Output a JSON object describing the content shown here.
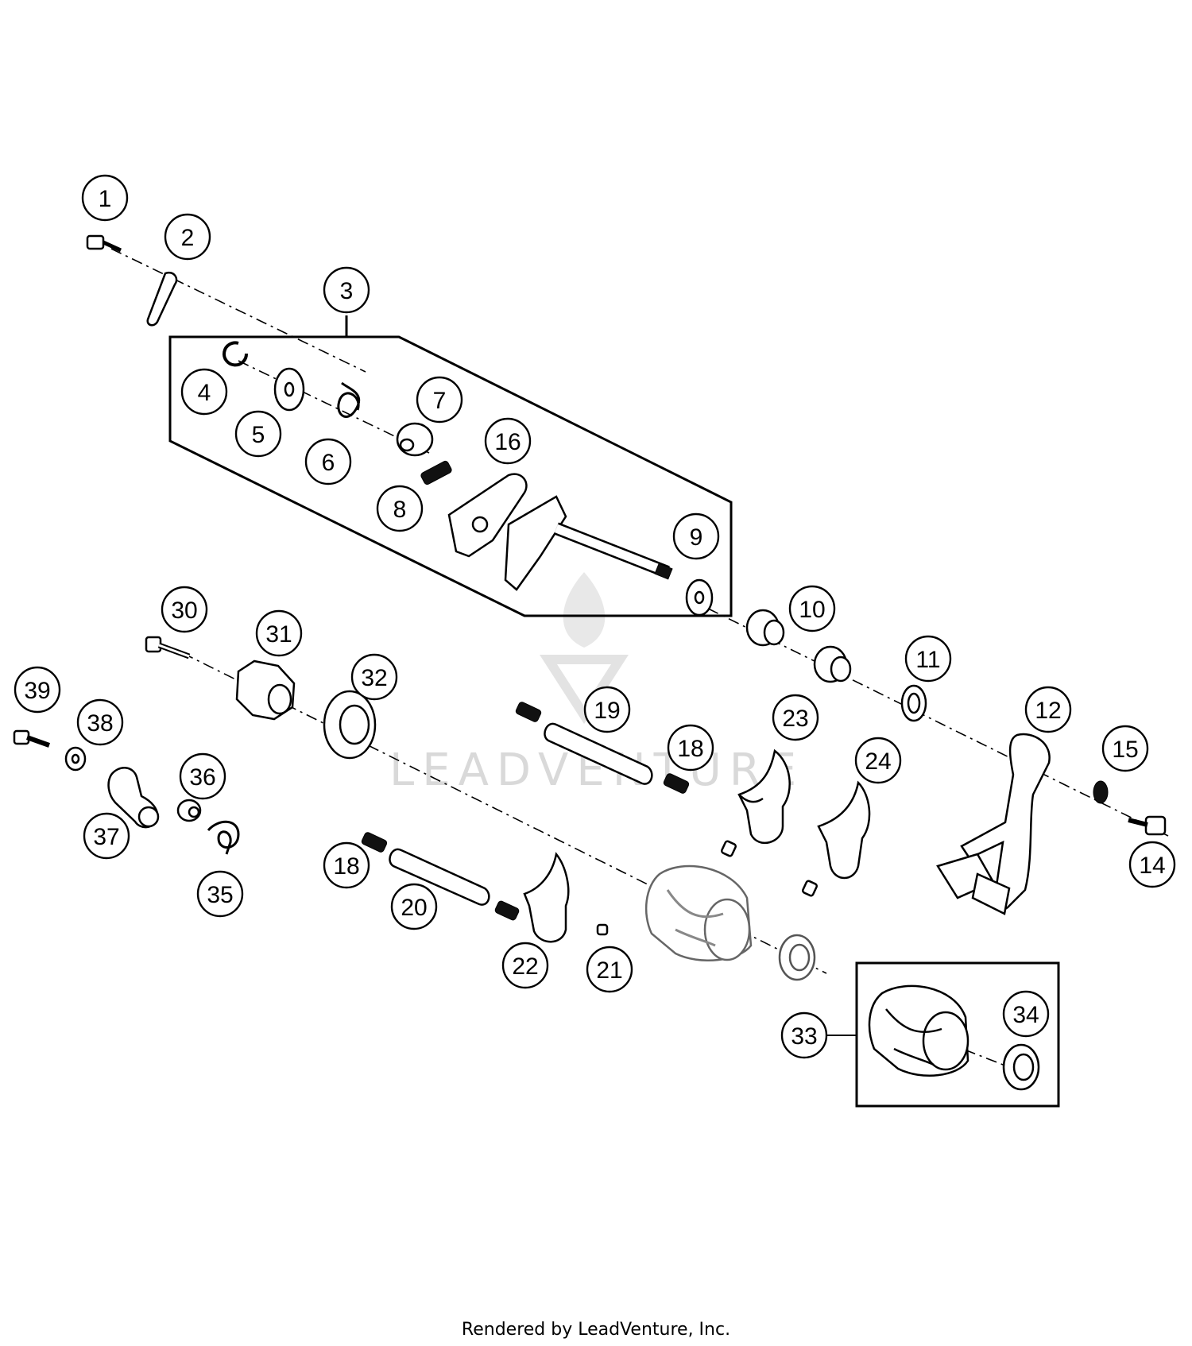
{
  "diagram": {
    "callouts": [
      {
        "id": "c1",
        "label": "1"
      },
      {
        "id": "c2",
        "label": "2"
      },
      {
        "id": "c3",
        "label": "3"
      },
      {
        "id": "c4",
        "label": "4"
      },
      {
        "id": "c5",
        "label": "5"
      },
      {
        "id": "c6",
        "label": "6"
      },
      {
        "id": "c7",
        "label": "7"
      },
      {
        "id": "c8",
        "label": "8"
      },
      {
        "id": "c9",
        "label": "9"
      },
      {
        "id": "c10",
        "label": "10"
      },
      {
        "id": "c11",
        "label": "11"
      },
      {
        "id": "c12",
        "label": "12"
      },
      {
        "id": "c14",
        "label": "14"
      },
      {
        "id": "c15",
        "label": "15"
      },
      {
        "id": "c16",
        "label": "16"
      },
      {
        "id": "c18a",
        "label": "18"
      },
      {
        "id": "c18b",
        "label": "18"
      },
      {
        "id": "c19",
        "label": "19"
      },
      {
        "id": "c20",
        "label": "20"
      },
      {
        "id": "c21",
        "label": "21"
      },
      {
        "id": "c22",
        "label": "22"
      },
      {
        "id": "c23",
        "label": "23"
      },
      {
        "id": "c24",
        "label": "24"
      },
      {
        "id": "c30",
        "label": "30"
      },
      {
        "id": "c31",
        "label": "31"
      },
      {
        "id": "c32",
        "label": "32"
      },
      {
        "id": "c33",
        "label": "33"
      },
      {
        "id": "c34",
        "label": "34"
      },
      {
        "id": "c35",
        "label": "35"
      },
      {
        "id": "c36",
        "label": "36"
      },
      {
        "id": "c37",
        "label": "37"
      },
      {
        "id": "c38",
        "label": "38"
      },
      {
        "id": "c39",
        "label": "39"
      }
    ],
    "watermark": "LEADVENTURE",
    "footer": "Rendered by LeadVenture, Inc."
  }
}
